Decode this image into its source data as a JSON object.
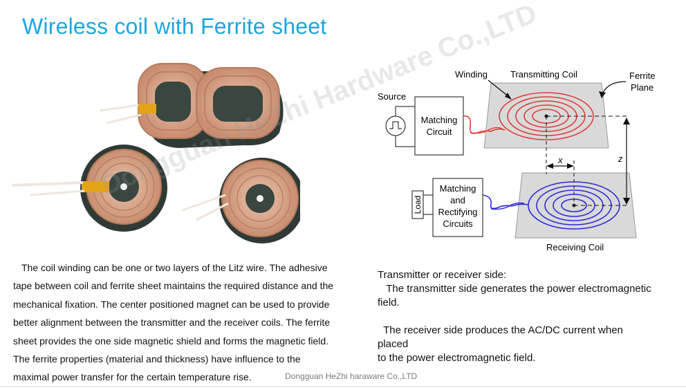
{
  "slide": {
    "title": "Wireless coil with Ferrite sheet",
    "watermark": "Dongguan HeZhi Hardware Co.,LTD",
    "footer": "Dongguan HeZhi haraware Co.,LTD"
  },
  "diagram": {
    "source": "Source",
    "matching_circuit_1": "Matching",
    "matching_circuit_2": "Circuit",
    "winding": "Winding",
    "transmitting_coil": "Transmitting Coil",
    "ferrite_plane_1": "Ferrite",
    "ferrite_plane_2": "Plane",
    "x_label": "x",
    "z_label": "z",
    "load": "Load",
    "rect_1": "Matching",
    "rect_2": "and",
    "rect_3": "Rectifying",
    "rect_4": "Circuits",
    "receiving_coil": "Receiving Coil",
    "colors": {
      "tx_coil": "#e03a3a",
      "rx_coil": "#2a2ad8",
      "plane": "#d9d9d9"
    }
  },
  "left_text": {
    "lines": [
      "The coil winding can be one or two layers of the Litz wire. The adhesive",
      "tape between coil and ferrite sheet maintains the required distance and the",
      "mechanical fixation. The center positioned magnet can be used to provide",
      "better alignment between the transmitter and the receiver coils. The ferrite",
      "sheet provides the one side magnetic shield and forms the magnetic field.",
      "The ferrite properties (material and thickness) have influence to the",
      "maximal power transfer for the certain temperature rise."
    ]
  },
  "right_text": {
    "heading": "Transmitter or receiver side:",
    "tx_line_1": "   The transmitter side generates the power electromagnetic",
    "tx_line_2": "field.",
    "rx_line_1": "  The receiver side produces the AC/DC current when",
    "rx_line_2": "placed",
    "rx_line_3": "to the power electromagnetic field."
  }
}
